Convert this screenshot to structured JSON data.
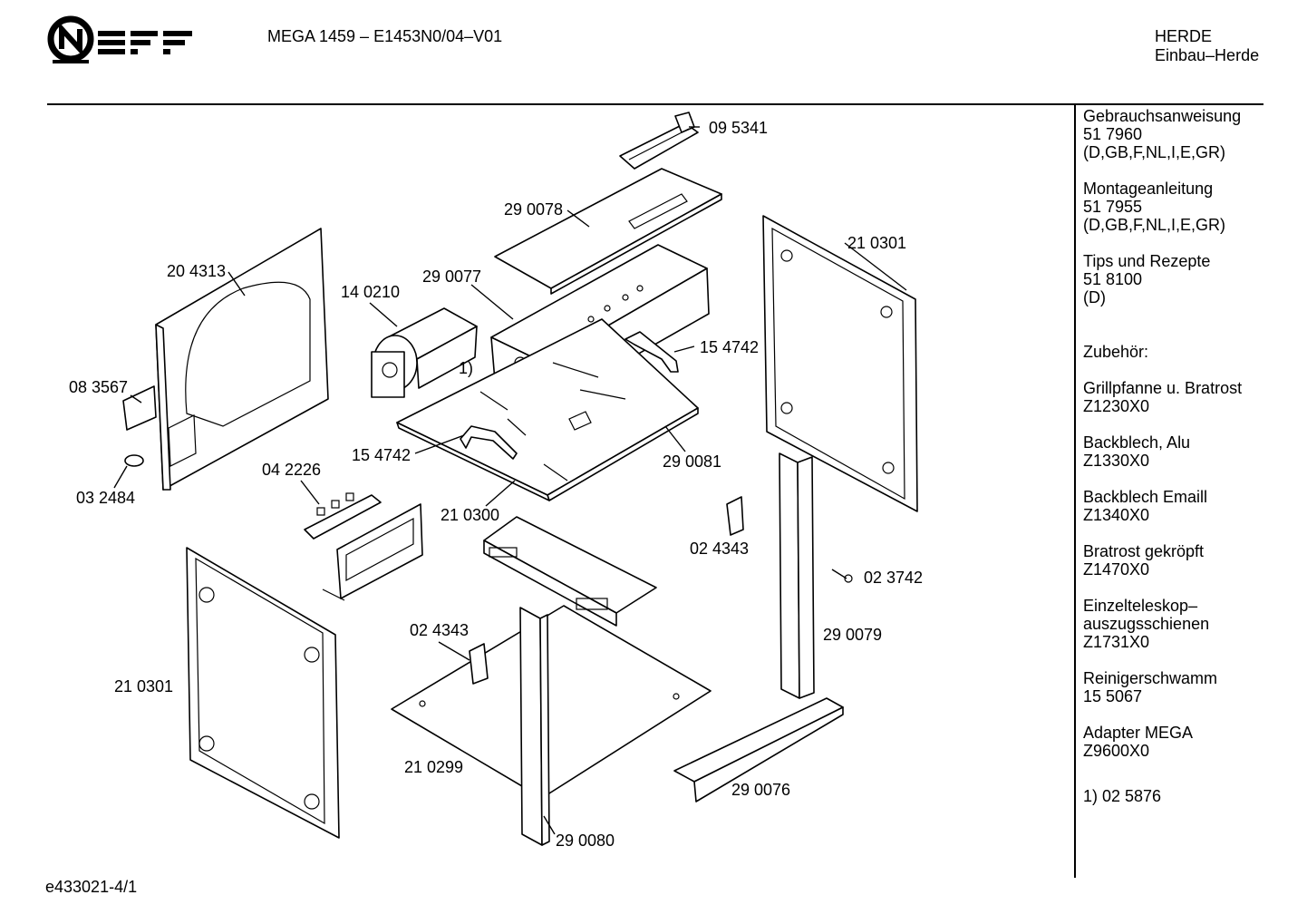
{
  "header": {
    "brand": "NEFF",
    "model": "MEGA 1459 – E1453N0/04–V01",
    "category": "HERDE",
    "subcategory": "Einbau–Herde"
  },
  "footer": {
    "code": "e433021-4/1"
  },
  "sidebar": {
    "documents": [
      {
        "title": "Gebrauchsanweisung",
        "number": "51 7960",
        "lang": "(D,GB,F,NL,I,E,GR)"
      },
      {
        "title": "Montageanleitung",
        "number": "51 7955",
        "lang": "(D,GB,F,NL,I,E,GR)"
      },
      {
        "title": "Tips und Rezepte",
        "number": "51 8100",
        "lang": "(D)"
      }
    ],
    "accessories_heading": "Zubehör:",
    "accessories": [
      {
        "lines": [
          "Grillpfanne u. Bratrost",
          "Z1230X0"
        ]
      },
      {
        "lines": [
          "Backblech, Alu",
          "Z1330X0"
        ]
      },
      {
        "lines": [
          "Backblech Emaill",
          "Z1340X0"
        ]
      },
      {
        "lines": [
          "Bratrost gekröpft",
          "Z1470X0"
        ]
      },
      {
        "lines": [
          "Einzelteleskop–",
          "auszugsschienen",
          "Z1731X0"
        ]
      },
      {
        "lines": [
          "Reinigerschwamm",
          "15 5067"
        ]
      },
      {
        "lines": [
          "Adapter MEGA",
          "Z9600X0"
        ]
      }
    ],
    "footnote": "1)  02 5876"
  },
  "parts": {
    "p095341": "09 5341",
    "p290078": "29 0078",
    "p210301_right": "21 0301",
    "p204313": "20 4313",
    "p140210": "14 0210",
    "p290077": "29 0077",
    "footnote_mark": "1)",
    "p154742_right": "15 4742",
    "p083567": "08 3567",
    "p154742_left": "15 4742",
    "p290081": "29 0081",
    "p042226": "04 2226",
    "p032484": "03 2484",
    "p210300": "21 0300",
    "p024343_right": "02 4343",
    "p023742": "02 3742",
    "p290079": "29 0079",
    "p024343_left": "02 4343",
    "p210301_left": "21 0301",
    "p210299": "21 0299",
    "p290076": "29 0076",
    "p290080": "29 0080"
  },
  "colors": {
    "ink": "#000000",
    "paper": "#ffffff"
  }
}
